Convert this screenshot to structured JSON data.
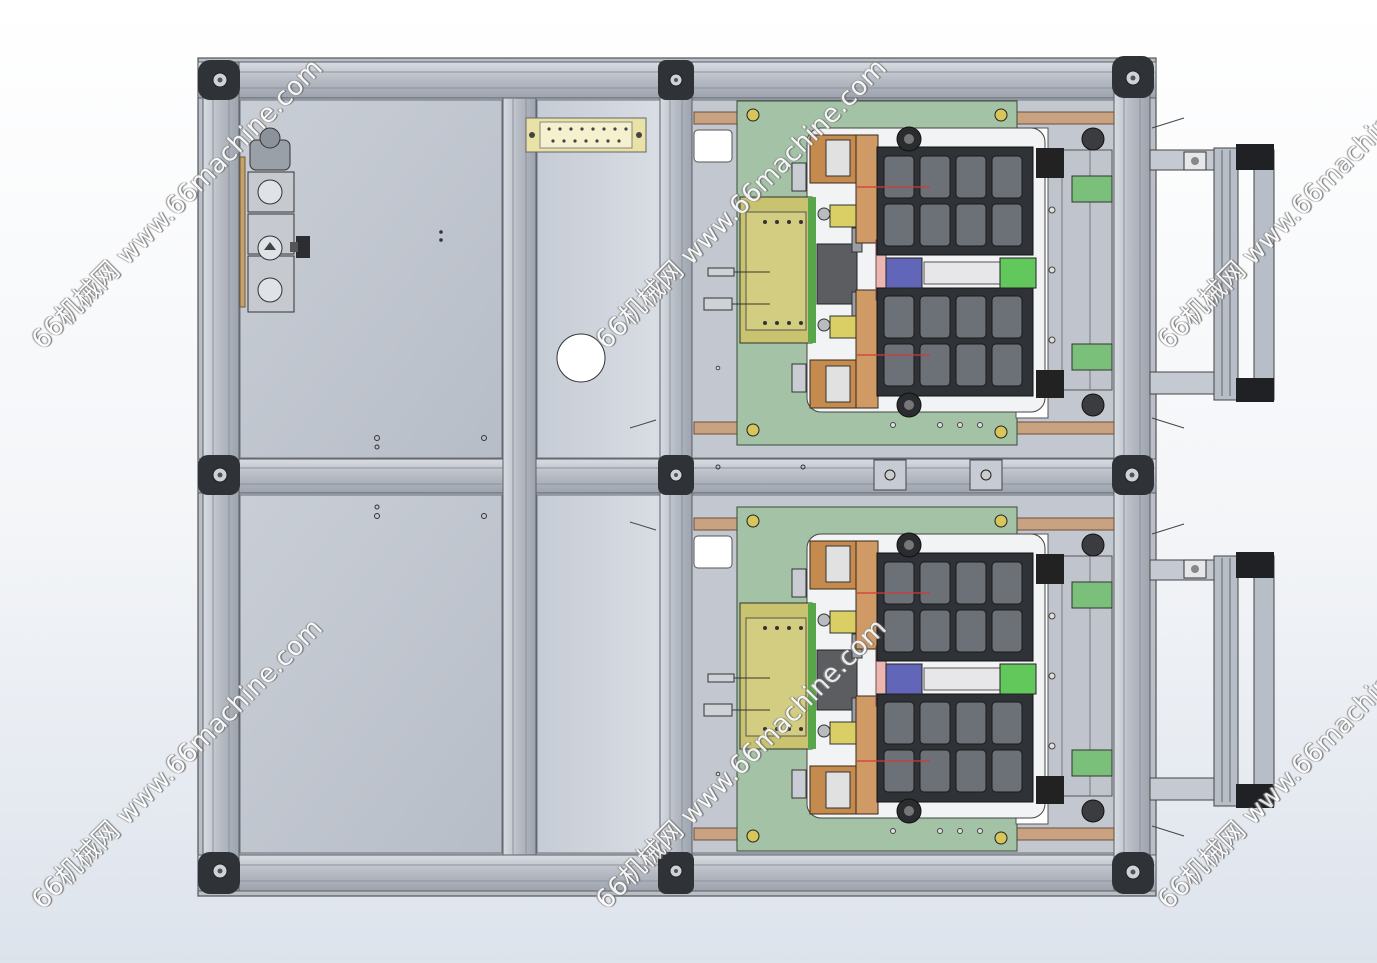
{
  "drawing": {
    "view": "top view",
    "assembly": "dual-station fixture frame"
  },
  "watermark": {
    "text": "66机械网 www.66machine.com"
  }
}
